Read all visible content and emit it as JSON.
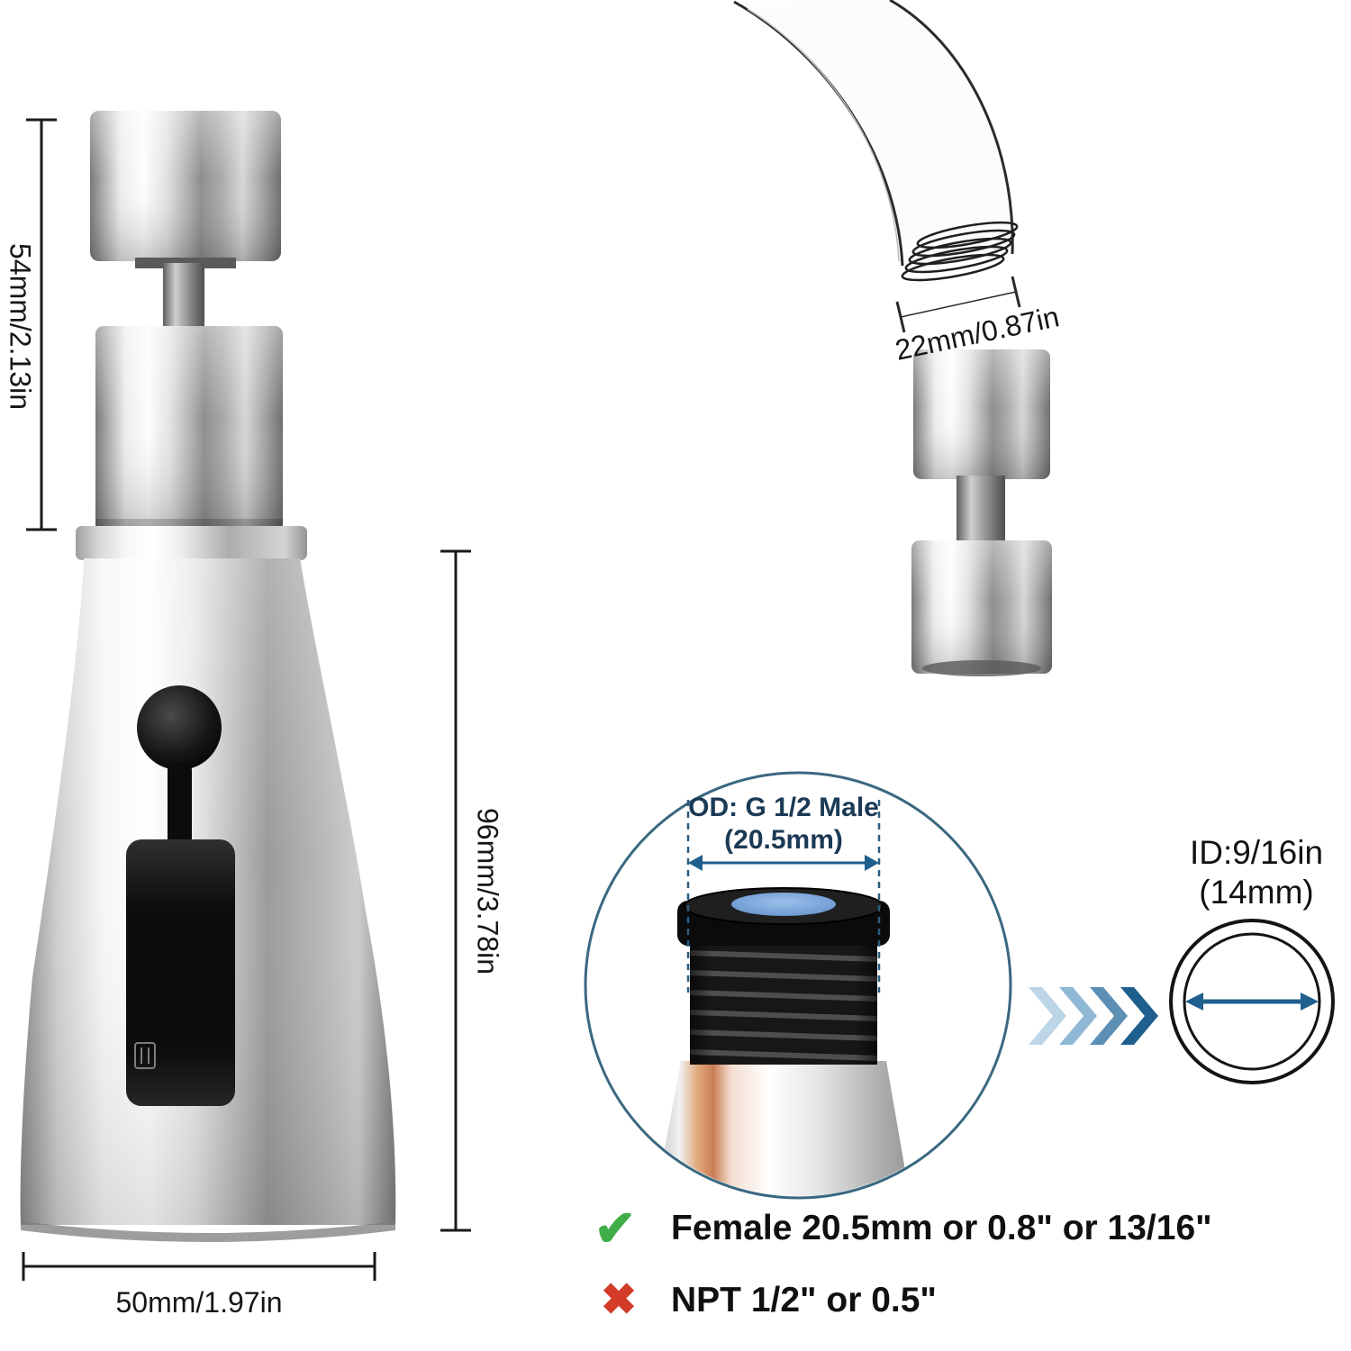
{
  "dimensions": {
    "cap_height": "54mm/2.13in",
    "body_height": "96mm/3.78in",
    "base_width": "50mm/1.97in",
    "spout_diameter": "22mm/0.87in"
  },
  "inset": {
    "od_label": "OD: G 1/2 Male",
    "od_value": "(20.5mm)",
    "id_label": "ID:9/16in",
    "id_value": "(14mm)"
  },
  "compatibility": {
    "check_icon": "✔",
    "cross_icon": "✖",
    "yes_text": "Female 20.5mm or 0.8\" or 13/16\"",
    "no_text": "NPT 1/2\" or 0.5\""
  },
  "colors": {
    "circle_border": "#3a6880",
    "dimension_accent": "#1f5f8d",
    "dash_navy": "#2a5d7e",
    "check_green": "#3fae49",
    "cross_red": "#d23c28",
    "chevrons": [
      "#bcd6e8",
      "#8fb8d5",
      "#5d8fb5",
      "#1f5f8d"
    ]
  }
}
